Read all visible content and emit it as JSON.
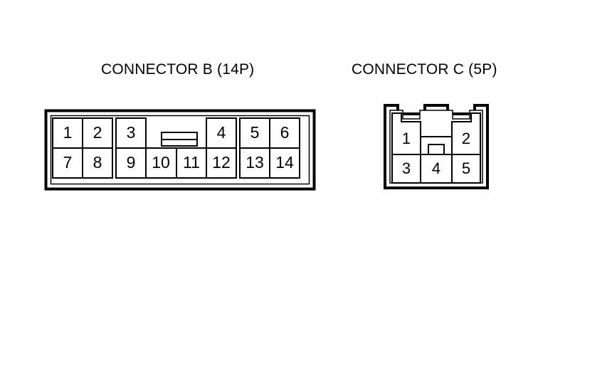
{
  "page": {
    "background_color": "#ffffff",
    "line_color": "#000000",
    "text_color": "#000000"
  },
  "connectors": [
    {
      "id": "connector-b",
      "title": "CONNECTOR B (14P)",
      "pin_count_label": "14P",
      "name_label": "CONNECTOR B",
      "rows": [
        {
          "row": "top",
          "pins": [
            "1",
            "2",
            "3",
            "4",
            "5",
            "6"
          ]
        },
        {
          "row": "bottom",
          "pins": [
            "7",
            "8",
            "9",
            "10",
            "11",
            "12",
            "13",
            "14"
          ]
        }
      ],
      "pins": [
        "1",
        "2",
        "3",
        "4",
        "5",
        "6",
        "7",
        "8",
        "9",
        "10",
        "11",
        "12",
        "13",
        "14"
      ],
      "has_center_latch": "yes"
    },
    {
      "id": "connector-c",
      "title": "CONNECTOR C (5P)",
      "pin_count_label": "5P",
      "name_label": "CONNECTOR C",
      "rows": [
        {
          "row": "top",
          "pins": [
            "1",
            "2"
          ]
        },
        {
          "row": "bottom",
          "pins": [
            "3",
            "4",
            "5"
          ]
        }
      ],
      "pins": [
        "1",
        "2",
        "3",
        "4",
        "5"
      ],
      "has_center_latch": "yes"
    }
  ]
}
